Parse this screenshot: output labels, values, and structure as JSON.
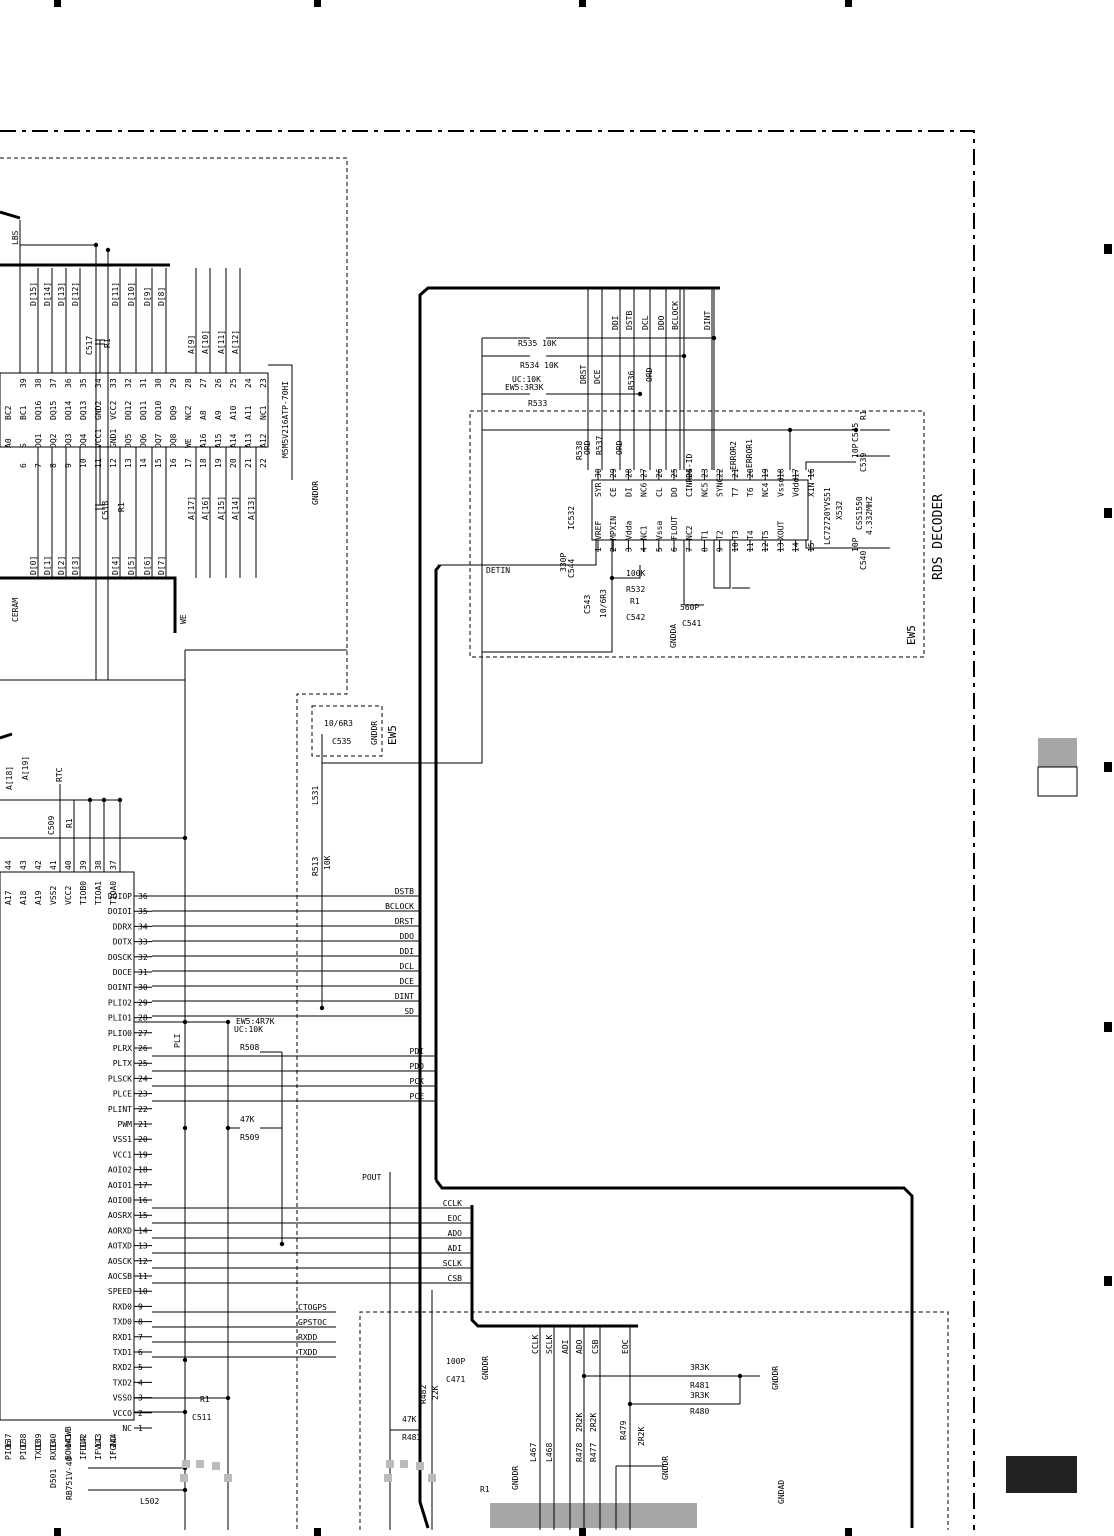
{
  "ic_ram": {
    "part": "M5M5V216ATP-70HI",
    "top_pins": [
      "BC2",
      "BC1",
      "DQ16",
      "DQ15",
      "DQ14",
      "DQ13",
      "GND2",
      "VCC2",
      "DQ12",
      "DQ11",
      "DQ10",
      "DQ9",
      "NC2",
      "A8",
      "A9",
      "A10",
      "A11",
      "NC1"
    ],
    "top_pin_nums": [
      "39",
      "38",
      "37",
      "36",
      "35",
      "34",
      "33",
      "32",
      "31",
      "30",
      "29",
      "28",
      "27",
      "26",
      "25",
      "24",
      "23"
    ],
    "bottom_pins": [
      "A0",
      "S",
      "DQ1",
      "DQ2",
      "DQ3",
      "DQ4",
      "VCC1",
      "GND1",
      "DQ5",
      "DQ6",
      "DQ7",
      "DQ8",
      "WE",
      "A16",
      "A15",
      "A14",
      "A13",
      "A12"
    ],
    "bottom_pin_nums": [
      "6",
      "7",
      "8",
      "9",
      "10",
      "11",
      "12",
      "13",
      "14",
      "15",
      "16",
      "17",
      "18",
      "19",
      "20",
      "21",
      "22"
    ],
    "upper_bus": [
      "LBS",
      "D[15]",
      "D[14]",
      "D[13]",
      "D[12]",
      "D[11]",
      "D[10]",
      "D[9]",
      "D[8]",
      "A[9]",
      "A[10]",
      "A[11]",
      "A[12]"
    ],
    "lower_bus": [
      "D[0]",
      "D[1]",
      "D[2]",
      "D[3]",
      "D[4]",
      "D[5]",
      "D[6]",
      "D[7]",
      "A[17]",
      "A[16]",
      "A[15]",
      "A[14]",
      "A[13]"
    ],
    "cap_top": "C517",
    "cap_top_val": "R1",
    "cap_bottom": "C518",
    "cap_bottom_val": "R1",
    "ceram": "CERAM",
    "we": "WE",
    "gndd": "GNDDR"
  },
  "ic_rds": {
    "name": "IC532",
    "part": "LC72720YVS51",
    "block_label": "EW5",
    "title": "RDS DECODER",
    "top_pins": [
      "SYR",
      "CE",
      "DI",
      "NC6",
      "CL",
      "DO",
      "CINRDS-ID",
      "NC5",
      "SYNC",
      "T7",
      "T6",
      "NC4",
      "Vssd",
      "Vddd",
      "XIN"
    ],
    "top_pin_nums": [
      "30",
      "29",
      "28",
      "27",
      "26",
      "25",
      "24",
      "23",
      "22",
      "21",
      "20",
      "19",
      "18",
      "17",
      "16"
    ],
    "bottom_pins": [
      "VREF",
      "MPXIN",
      "Vdda",
      "NC1",
      "Vssa",
      "FLOUT",
      "NC2",
      "T1",
      "T2",
      "T3",
      "T4",
      "T5",
      "XOUT"
    ],
    "bottom_pin_nums": [
      "1",
      "2",
      "3",
      "4",
      "5",
      "6",
      "7",
      "8",
      "9",
      "10",
      "11",
      "12",
      "13",
      "14",
      "15"
    ],
    "bus": [
      "DRST",
      "DCE",
      "DDI",
      "DSTB",
      "DCL",
      "DDO",
      "BCLOCK",
      "DINT"
    ],
    "errors": [
      "ERROR2",
      "ERROR1"
    ],
    "res_r535": "R535 10K",
    "res_r534": "R534 10K",
    "res_r533": "R533",
    "res_r533_val": "EW5:3R3K",
    "res_r533_val2": "UC:10K",
    "res_r536": "R536",
    "res_r536_val": "ORD",
    "res_r538": "R538",
    "res_r538_val": "ORD",
    "res_r537": "R537",
    "res_r537_val": "ORD",
    "cap_c545": "C545",
    "cap_c545_val": "R1",
    "cap_c539": "C539",
    "cap_c539_val": "10P",
    "cap_c540": "C540",
    "cap_c540_val": "10P",
    "xtal": "X532",
    "xtal_part": "CSS1550",
    "xtal_freq": "4.332MHZ",
    "cap_c544": "C544",
    "cap_c544_val": "330P",
    "detin": "DETIN",
    "res_r532": "R532",
    "res_r532_val": "100K",
    "cap_c543": "C543",
    "cap_c543_val": "10/6R3",
    "cap_c542": "C542",
    "cap_c542_val": "R1",
    "cap_c541": "C541",
    "cap_c541_val": "560P",
    "gndda": "GNDDA"
  },
  "ew5_small": {
    "cap": "C535",
    "cap_val": "10/6R3",
    "label": "EW5",
    "gnd": "GNDDR"
  },
  "mcu": {
    "left_pin_nums": [
      "36",
      "35",
      "34",
      "33",
      "32",
      "31",
      "30",
      "29",
      "28",
      "27",
      "26",
      "25",
      "24",
      "23",
      "22",
      "21",
      "20",
      "19",
      "18",
      "17",
      "16",
      "15",
      "14",
      "13",
      "12",
      "11",
      "10",
      "9",
      "8",
      "7",
      "6",
      "5",
      "4",
      "3",
      "2",
      "1"
    ],
    "left_pin_names": [
      "DOIOP",
      "DOIOI",
      "DDRX",
      "DOTX",
      "DOSCK",
      "DOCE",
      "DOINT",
      "PLIO2",
      "PLIO1",
      "PLIO0",
      "PLRX",
      "PLTX",
      "PLSCK",
      "PLCE",
      "PLINT",
      "PWM",
      "VSS1",
      "VCC1",
      "AOIO2",
      "AOIO1",
      "AOIO0",
      "AOSRX",
      "AORXD",
      "AOTXD",
      "AOSCK",
      "AOCSB",
      "SPEED",
      "RXD0",
      "TXD0",
      "RXD1",
      "TXD1",
      "RXD2",
      "TXD2",
      "VSSO",
      "VCCO",
      "NC"
    ],
    "bus_signals": [
      "DSTB",
      "BCLOCK",
      "DRST",
      "DDO",
      "DDI",
      "DCL",
      "DCE",
      "DINT",
      "SD",
      "PDI",
      "PDO",
      "PCK",
      "PCE"
    ],
    "adc_signals": [
      "CCLK",
      "EOC",
      "ADO",
      "ADI",
      "SCLK",
      "CSB"
    ],
    "serial": [
      "CTOGPS",
      "GPSTOC",
      "RXDD",
      "TXDD"
    ],
    "top_pin_nums": [
      "44",
      "43",
      "42",
      "41",
      "40",
      "39",
      "38",
      "37"
    ],
    "top_pin_names": [
      "A17",
      "A18",
      "A19",
      "VSS2",
      "VCC2",
      "TIOB0",
      "TIOA1",
      "TIOA0"
    ],
    "bottom_pin_nums": [
      "137",
      "138",
      "139",
      "140",
      "141",
      "142",
      "143",
      "144"
    ],
    "bottom_pin_names": [
      "PIO6",
      "PIO7",
      "TXD3",
      "RXD3",
      "BOWWCWB",
      "IFDIR",
      "IFVCC",
      "IFGND"
    ],
    "addr_top": [
      "A[18]",
      "A[19]"
    ],
    "rtc": "RTC",
    "pli": "PLI",
    "res_r508": "R508",
    "res_r508_val": "UC:10K",
    "res_r508_val2": "EW5:4R7K",
    "res_r509": "R509",
    "res_r509_val": "47K",
    "res_r513": "R513",
    "res_r513_val": "10K",
    "ind_l531": "L531",
    "cap_c509": "C509",
    "cap_c509_val": "R1",
    "cap_c511": "C511",
    "cap_c511_val": "R1",
    "pout": "POUT",
    "cap_c471": "C471",
    "cap_c471_val": "100P",
    "res_r482": "R482",
    "res_r482_val": "22K",
    "res_r483": "R483",
    "res_r483_val": "47K",
    "diode": "D501",
    "diode_part": "RB751V-40",
    "ind_l502": "L502",
    "gnd_dr": "GNDDR"
  },
  "adc": {
    "signals": [
      "CCLK",
      "SCLK",
      "ADI",
      "ADO",
      "CSB",
      "EOC"
    ],
    "res_r481": "R481",
    "res_r481_val": "3R3K",
    "res_r480": "R480",
    "res_r480_val": "3R3K",
    "res_r479": "R479",
    "res_r479_val": "2R2K",
    "res_r478": "R478",
    "res_r478_val": "2R2K",
    "res_r477": "R477",
    "res_r477_val": "2R2K",
    "ind_l467": "L467",
    "ind_l468": "L468",
    "gnd": "GNDDR",
    "gnd_ad": "GNDAD",
    "r1": "R1"
  }
}
